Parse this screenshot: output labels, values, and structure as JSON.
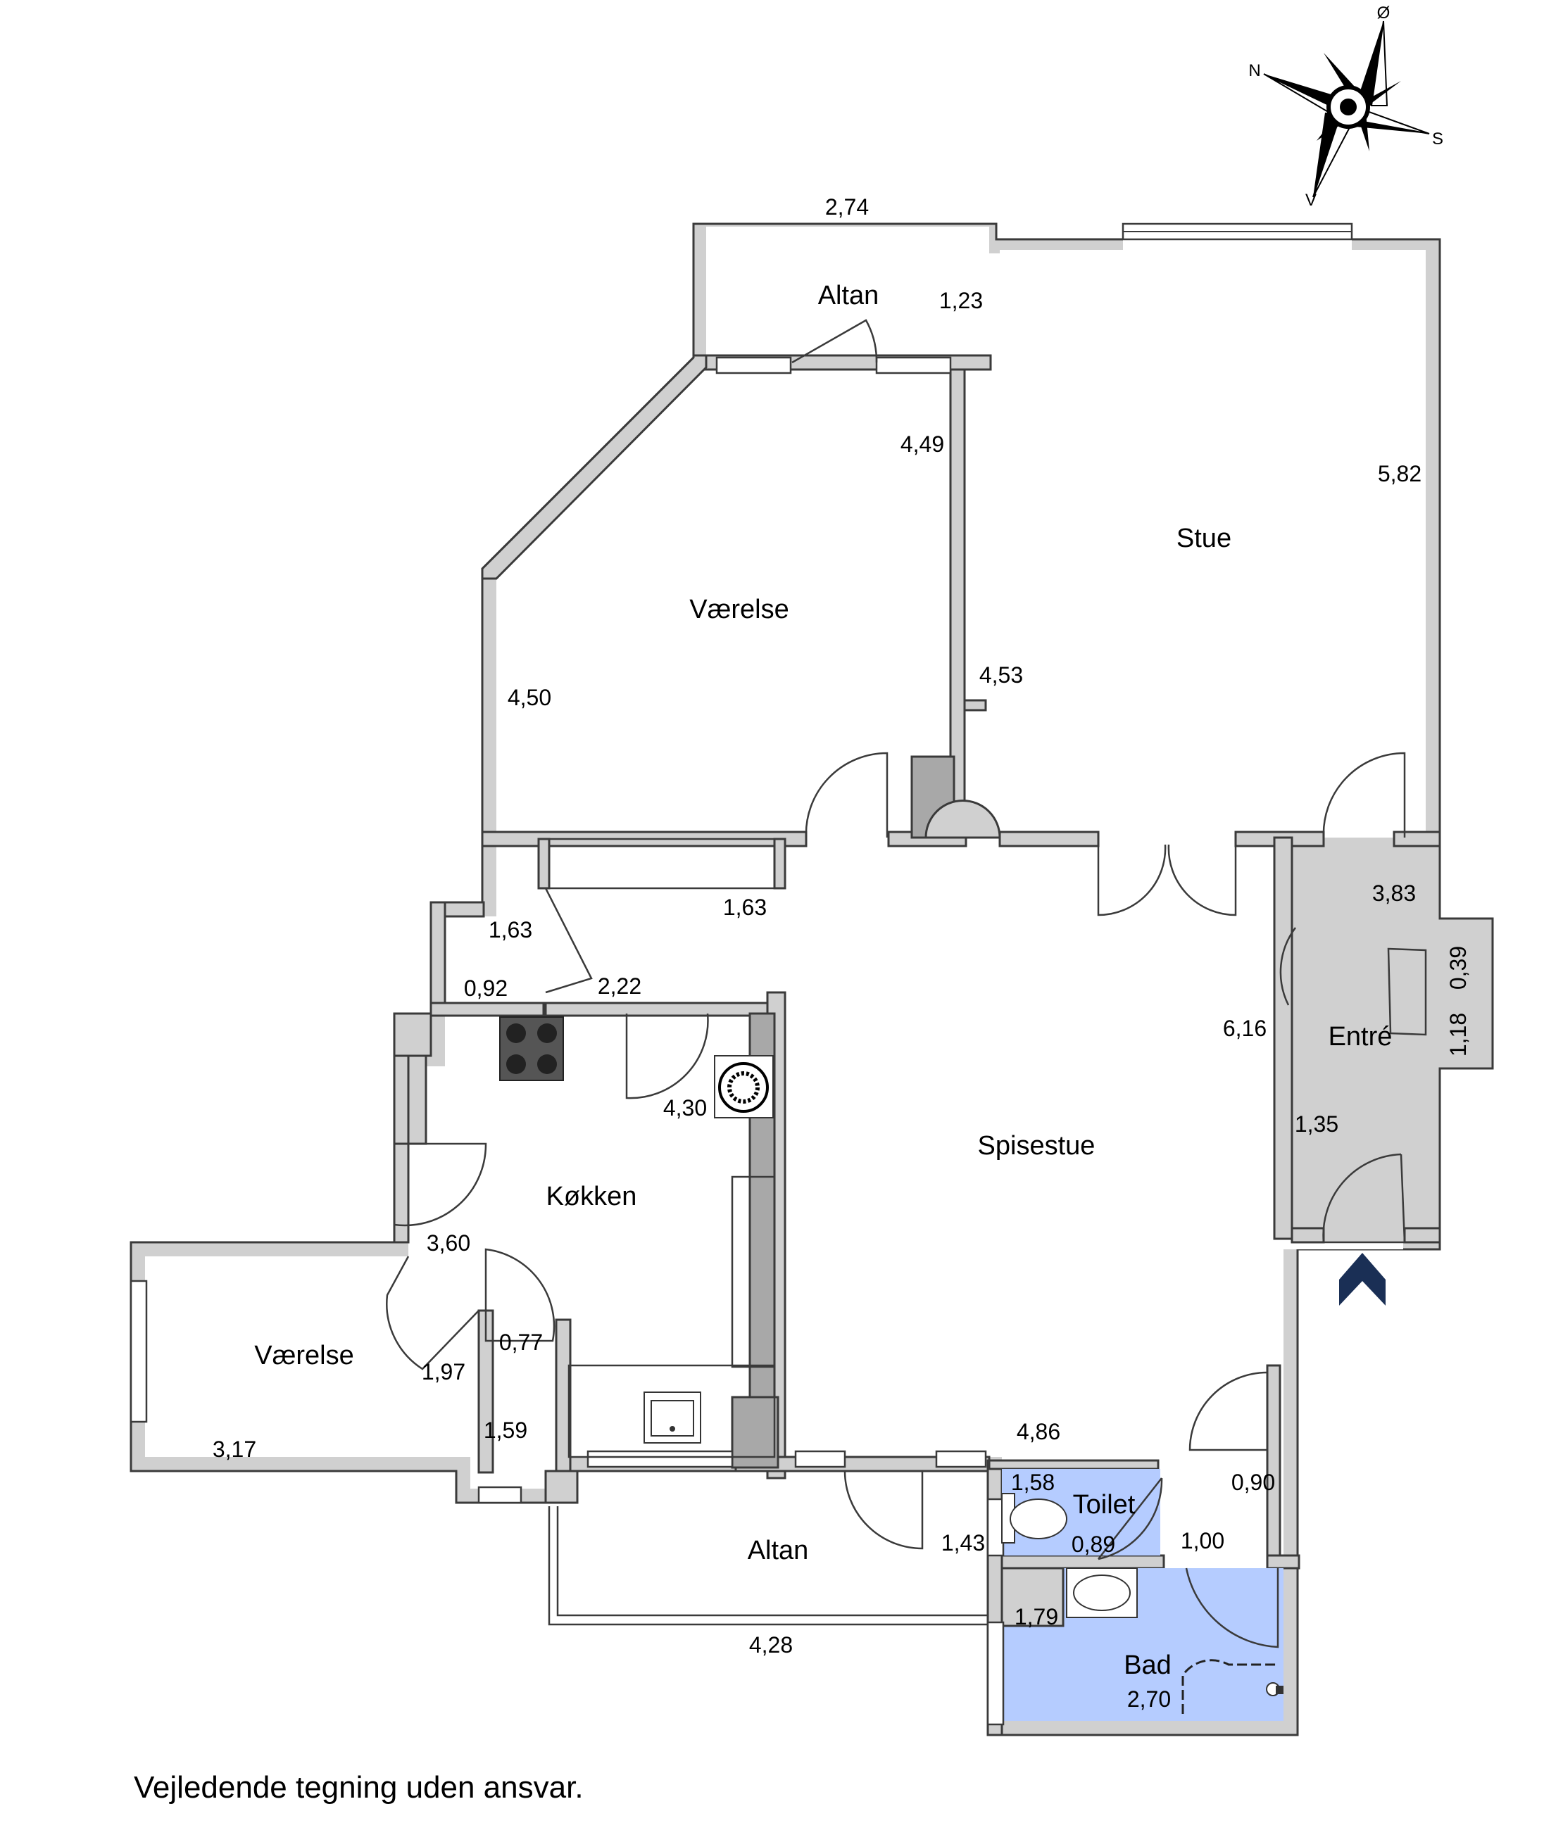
{
  "compass": {
    "north": "N",
    "south": "S",
    "east": "Ø",
    "west": "V"
  },
  "rooms": {
    "altan_top": "Altan",
    "vaerelse_upper": "Værelse",
    "stue": "Stue",
    "spisestue": "Spisestue",
    "kokken": "Køkken",
    "vaerelse_lower": "Værelse",
    "entre": "Entré",
    "altan_bottom": "Altan",
    "toilet": "Toilet",
    "bad": "Bad"
  },
  "dimensions": {
    "altan_top_width": "2,74",
    "altan_top_depth": "1,23",
    "vaerelse_upper_right": "4,49",
    "vaerelse_upper_left": "4,50",
    "stue_right": "5,82",
    "stue_left": "4,53",
    "corridor_width": "1,63",
    "closet_width": "1,63",
    "closet_depth": "0,92",
    "closet_diag": "2,22",
    "kokken_depth": "4,30",
    "kokken_width": "3,60",
    "entre_width": "3,83",
    "entre_closet_depth": "0,39",
    "entre_closet_width": "1,18",
    "spisestue_height": "6,16",
    "entre_depth": "1,35",
    "vaerelse_lower_width": "3,17",
    "vaerelse_lower_depth": "1,97",
    "hall_width": "0,77",
    "hall_length": "1,59",
    "spisestue_width": "4,86",
    "passage_width": "0,90",
    "toilet_width": "1,58",
    "toilet_depth": "0,89",
    "bath_door": "1,00",
    "altan_bottom_depth": "1,43",
    "altan_bottom_width": "4,28",
    "bad_depth": "1,79",
    "bad_width": "2,70"
  },
  "footer": "Vejledende tegning uden ansvar."
}
